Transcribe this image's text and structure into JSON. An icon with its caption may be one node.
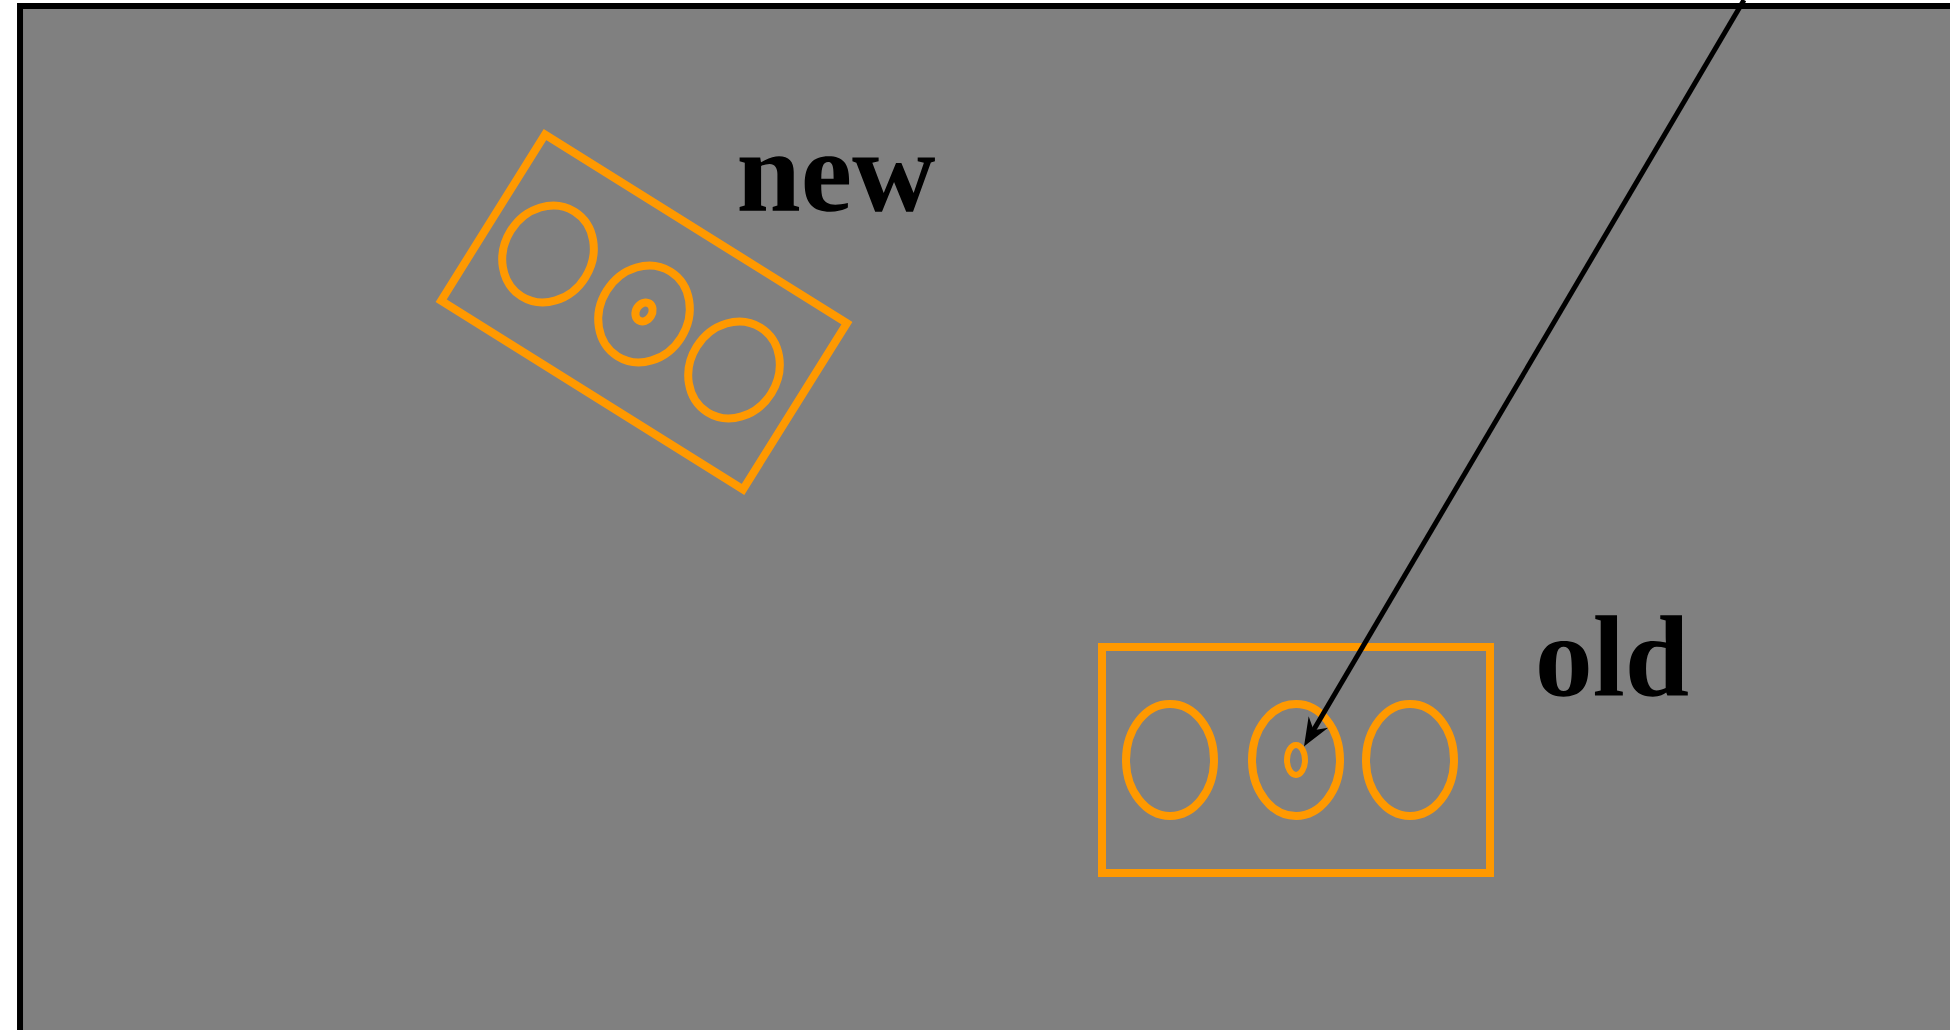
{
  "diagram": {
    "nodes": [
      {
        "text": [],
        "shape": "box",
        "beside": [
          "new"
        ]
      },
      {
        "text": [],
        "shape": "box",
        "beside": [
          "old"
        ]
      },
      {
        "text": [],
        "shape": "circle",
        "in": 1
      }
    ],
    "edges": [
      {
        "from": null,
        "to": 2,
        "arrow": "to"
      }
    ]
  }
}
